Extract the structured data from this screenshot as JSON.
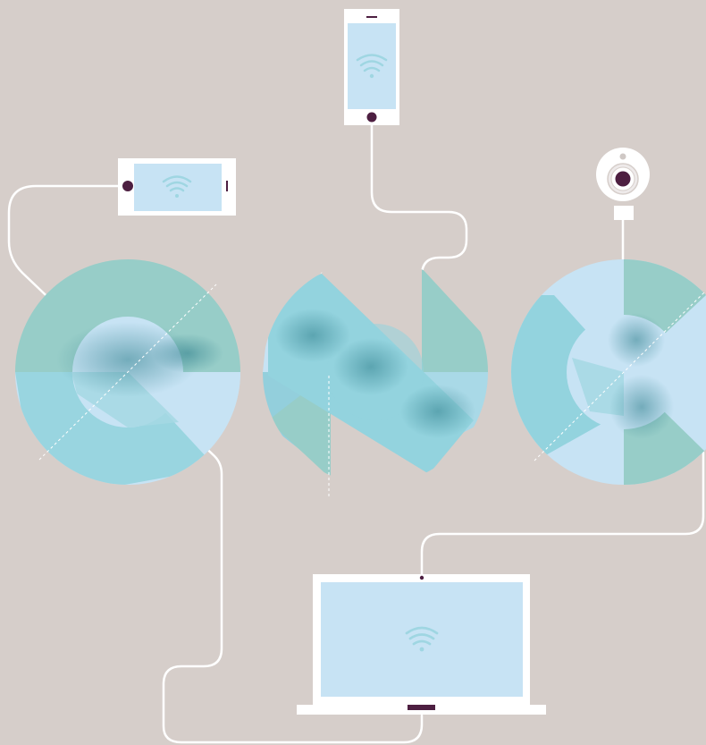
{
  "colors": {
    "background": "#d6ceca",
    "light_blue": "#c7e3f4",
    "mid_blue": "#a9d9e7",
    "teal": "#93cfdc",
    "sage": "#97cdc8",
    "deep_teal": "#6bb7c3",
    "plum": "#4d1f41",
    "wire": "#ffffff",
    "wifi": "#9fd6e2"
  },
  "devices": [
    {
      "name": "phone-landscape",
      "icon": "wifi-icon"
    },
    {
      "name": "phone-portrait",
      "icon": "wifi-icon"
    },
    {
      "name": "webcam",
      "icon": "camera-lens-icon"
    },
    {
      "name": "laptop",
      "icon": "wifi-icon"
    }
  ],
  "letters": [
    "logo-letter-x",
    "logo-letter-n",
    "logo-letter-c"
  ]
}
